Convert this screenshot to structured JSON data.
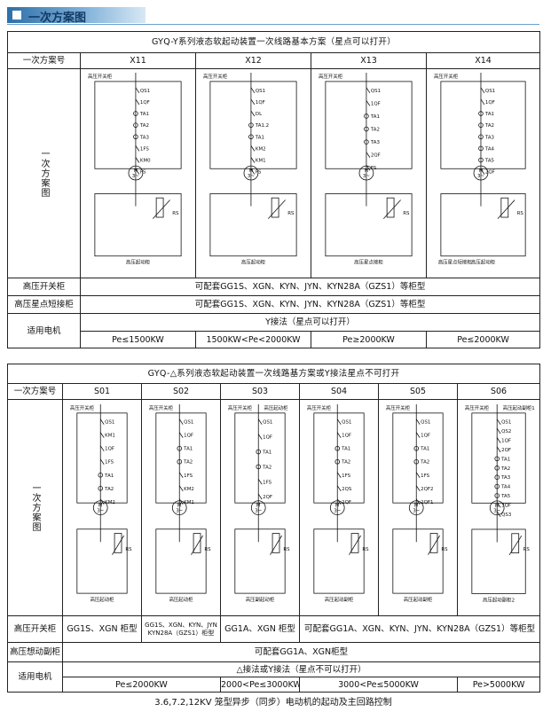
{
  "header": {
    "title": "一次方案图"
  },
  "table1": {
    "title": "GYQ-Y系列液态软起动装置一次线路基本方案（星点可以打开）",
    "col_label": "一次方案号",
    "row_label_diagram": "一次方案图",
    "schemes": [
      "X11",
      "X12",
      "X13",
      "X14"
    ],
    "diagrams": [
      {
        "top": "高压开关柜",
        "bottom": "高压起动柜",
        "items": [
          "QS1",
          "1QF",
          "TA1",
          "TA2",
          "TA3",
          "1FS",
          "KM0",
          "FS",
          "RS"
        ]
      },
      {
        "top": "高压开关柜",
        "bottom": "高压起动柜",
        "items": [
          "QS1",
          "1QF",
          "DL",
          "TA1.2",
          "TA1",
          "KM2",
          "KM1",
          "FS",
          "RS"
        ]
      },
      {
        "top": "高压开关柜",
        "bottom": "高压星点接柜",
        "items": [
          "QS1",
          "1QF",
          "TA1",
          "TA2",
          "TA3",
          "2QF",
          "FS",
          "RS"
        ]
      },
      {
        "top": "高压开关柜",
        "bottom": "高压起动柜",
        "bottom2": "高压星点短接柜",
        "items": [
          "QS1",
          "1QF",
          "TA1",
          "TA2",
          "TA3",
          "TA4",
          "TA5",
          "2QF",
          "RS"
        ]
      }
    ],
    "row_switch_label": "高压开关柜",
    "row_switch_value": "可配套GG1S、XGN、KYN、JYN、KYN28A（GZS1）等柜型",
    "row_star_label": "高压星点短接柜",
    "row_star_value": "可配套GG1S、XGN、KYN、JYN、KYN28A（GZS1）等柜型",
    "row_motor_label": "适用电机",
    "row_motor_conn": "Y接法（星点可以打开）",
    "motor_power": [
      "Pe≤1500KW",
      "1500KW<Pe<2000KW",
      "Pe≥2000KW",
      "Pe≤2000KW"
    ]
  },
  "table2": {
    "title": "GYQ-△系列液态软起动装置一次线路基方案或Y接法星点不可打开",
    "col_label": "一次方案号",
    "row_label_diagram": "一次方案图",
    "schemes": [
      "S01",
      "S02",
      "S03",
      "S04",
      "S05",
      "S06"
    ],
    "diagrams": [
      {
        "top": "高压开关柜",
        "bottom": "高压起动柜",
        "items": [
          "QS1",
          "KM1",
          "1QF",
          "1FS",
          "TA1",
          "TA2",
          "KM2",
          "RS"
        ]
      },
      {
        "top": "高压开关柜",
        "bottom": "高压起动柜",
        "items": [
          "QS1",
          "1QF",
          "TA1",
          "TA2",
          "1FS",
          "KM2",
          "KM1",
          "RS"
        ]
      },
      {
        "top": "高压开关柜",
        "top2": "高压起动柜",
        "bottom": "高压副起动柜",
        "items": [
          "QS1",
          "1QF",
          "TA1",
          "TA2",
          "1FS",
          "2QF",
          "RS"
        ]
      },
      {
        "top": "高压开关柜",
        "bottom": "高压起动副柜",
        "items": [
          "QS1",
          "1QF",
          "TA1",
          "TA2",
          "1FS",
          "2QS",
          "2QF",
          "RS"
        ]
      },
      {
        "top": "高压开关柜",
        "bottom": "高压起动副柜",
        "items": [
          "QS1",
          "1QF",
          "TA1",
          "TA2",
          "1FS",
          "2QF2",
          "2QF1",
          "RS"
        ]
      },
      {
        "top": "高压开关柜",
        "top2": "高压起动副柜1",
        "bottom": "高压起动副柜2",
        "items": [
          "QS1",
          "QS2",
          "1QF",
          "2QF",
          "TA1",
          "TA2",
          "TA3",
          "TA4",
          "TA5",
          "3QF",
          "QS3",
          "RS"
        ]
      }
    ],
    "row_switch_label": "高压开关柜",
    "row_switch_values": [
      "GG1S、XGN 柜型",
      "GG1S、XGN、KYN、JYN KYN28A（GZS1）柜型",
      "GG1A、XGN 柜型",
      "可配套GG1A、XGN、KYN、JYN、KYN28A（GZS1）等柜型"
    ],
    "row_aux_label": "高压想动副柜",
    "row_aux_value": "可配套GG1A、XGN柜型",
    "row_motor_label": "适用电机",
    "row_motor_conn": "△接法或Y接法（星点不可以打开）",
    "motor_power": [
      "Pe≤2000KW",
      "2000<Pe≤3000KW",
      "3000<Pe≤5000KW",
      "Pe>5000KW"
    ]
  },
  "footer": {
    "text": "3.6,7.2,12KV 笼型异步（同步）电动机的起动及主回路控制"
  },
  "colors": {
    "header_bar": "#2f6fa8",
    "rule": "#6aa0cc",
    "text": "#111111"
  }
}
